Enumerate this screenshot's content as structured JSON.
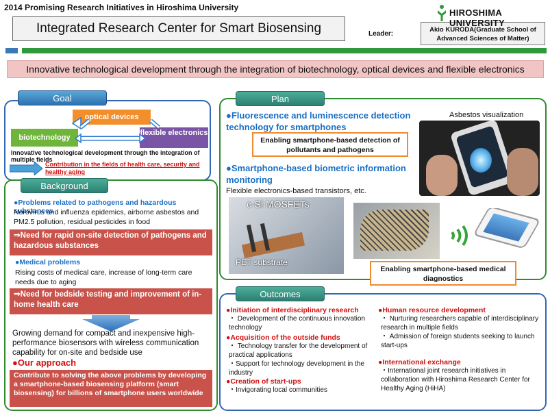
{
  "header": {
    "top_label": "2014 Promising Research Initiatives in Hiroshima University",
    "title": "Integrated Research Center for Smart Biosensing",
    "leader_label": "Leader:",
    "leader_name": "Akio KURODA(Graduate School of Advanced Sciences of Matter)",
    "logo_text": "HIROSHIMA UNIVERSITY"
  },
  "banner": "Innovative technological development through the integration of biotechnology, optical devices and flexible electronics",
  "goal": {
    "tab": "Goal",
    "nodes": {
      "optical": "optical devices",
      "bio": "biotechnology",
      "flex": "flexible electronics"
    },
    "caption": "Innovative technological development through the integration of multiple fields",
    "contribution": "Contribution in the fields of health care,  security and healthy aging"
  },
  "background": {
    "tab": "Background",
    "h1": "Problems related to pathogens and hazardous substances",
    "t1": "Norovirus and influenza epidemics, airborne asbestos and PM2.5 pollution, residual pesticides in food",
    "need1": "⇒Need for rapid on-site detection of pathogens and hazardous substances",
    "h2": "Medical problems",
    "t2": "Rising costs of medical care, increase of long-term care needs due to aging",
    "need2": "⇒Need for bedside testing  and improvement of in-home health care",
    "demand": "Growing demand for compact and inexpensive high-performance biosensors with wireless communication capability for on-site and bedside use",
    "approach_h": "Our approach",
    "approach": "Contribute to solving the above problems by developing a smartphone-based biosensing platform (smart biosensing) for billions of smartphone users worldwide"
  },
  "plan": {
    "tab": "Plan",
    "h1": "Fluorescence and luminescence detection technology for smartphones",
    "box1": "Enabling smartphone-based detection of pollutants and pathogens",
    "asbestos": "Asbestos visualization",
    "h2": "Smartphone-based biometric information monitoring",
    "sub2": "Flexible electronics-based transistors, etc.",
    "mosfet": "c-Si MOSFETs",
    "pet": "PET substrate",
    "box2": "Enabling smartphone-based medical diagnostics"
  },
  "outcomes": {
    "tab": "Outcomes",
    "left": [
      {
        "h": "Initiation of interdisciplinary research",
        "items": [
          "・ Development of the continuous innovation technology"
        ]
      },
      {
        "h": "Acquisition of the outside funds",
        "items": [
          "・ Technology transfer for the development of practical applications",
          "・Support for technology development in the industry"
        ]
      },
      {
        "h": "Creation of start-ups",
        "items": [
          "・Invigorating local communities"
        ]
      }
    ],
    "right": [
      {
        "h": "Human resource development",
        "items": [
          "・ Nurturing researchers capable of interdisciplinary research in multiple fields",
          "・ Admission of foreign students seeking to launch start-ups"
        ]
      },
      {
        "h": "International exchange",
        "items": [
          "・International joint research initiatives in collaboration with Hiroshima Research Center for Healthy Aging (HiHA)"
        ]
      }
    ]
  },
  "colors": {
    "green": "#2f9a3b",
    "blue": "#3067b2",
    "red": "#d01010",
    "orange": "#f08a2e",
    "pink": "#f2c5c5"
  }
}
